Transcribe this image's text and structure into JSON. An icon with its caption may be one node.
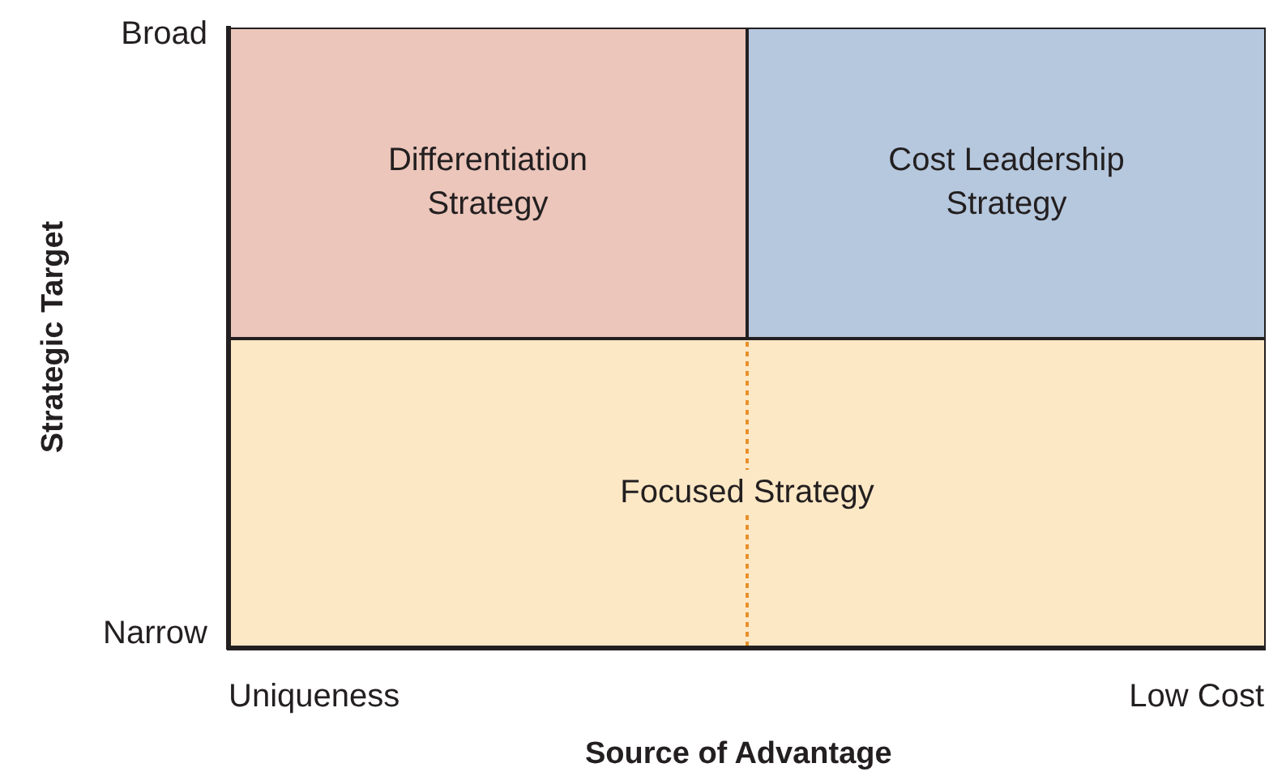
{
  "diagram": {
    "nodes": [
      {
        "text": [
          "Differentiation Strategy"
        ]
      },
      {
        "text": [
          "Cost Leadership Strategy"
        ]
      },
      {
        "text": [
          "Focused Strategy"
        ]
      }
    ],
    "labels": [
      "Broad",
      "Narrow",
      "Strategic Target",
      "Uniqueness",
      "Low Cost",
      "Source of Advantage"
    ]
  }
}
